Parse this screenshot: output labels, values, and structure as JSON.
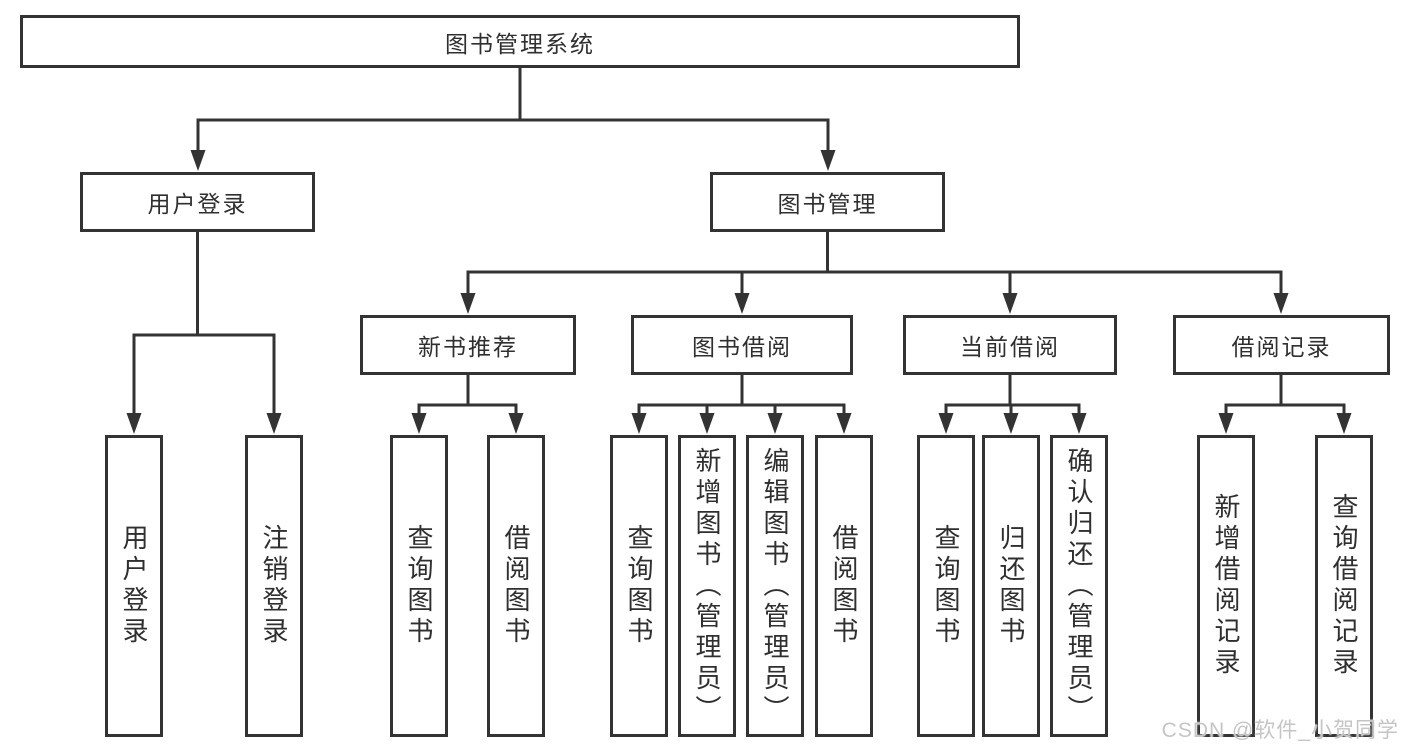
{
  "tree": {
    "label": "图书管理系统",
    "children": [
      {
        "label": "用户登录",
        "children": [
          {
            "label": "用户登录"
          },
          {
            "label": "注销登录"
          }
        ]
      },
      {
        "label": "图书管理",
        "children": [
          {
            "label": "新书推荐",
            "children": [
              {
                "label": "查询图书"
              },
              {
                "label": "借阅图书"
              }
            ]
          },
          {
            "label": "图书借阅",
            "children": [
              {
                "label": "查询图书"
              },
              {
                "label": "新增图书（管理员）"
              },
              {
                "label": "编辑图书（管理员）"
              },
              {
                "label": "借阅图书"
              }
            ]
          },
          {
            "label": "当前借阅",
            "children": [
              {
                "label": "查询图书"
              },
              {
                "label": "归还图书"
              },
              {
                "label": "确认归还（管理员）"
              }
            ]
          },
          {
            "label": "借阅记录",
            "children": [
              {
                "label": "新增借阅记录"
              },
              {
                "label": "查询借阅记录"
              }
            ]
          }
        ]
      }
    ]
  },
  "watermark": {
    "text": "CSDN @软件_小贺同学"
  },
  "colors": {
    "line": "#333333",
    "text": "#2f2f2f",
    "background": "#ffffff",
    "watermark": "#c5c5c5"
  }
}
